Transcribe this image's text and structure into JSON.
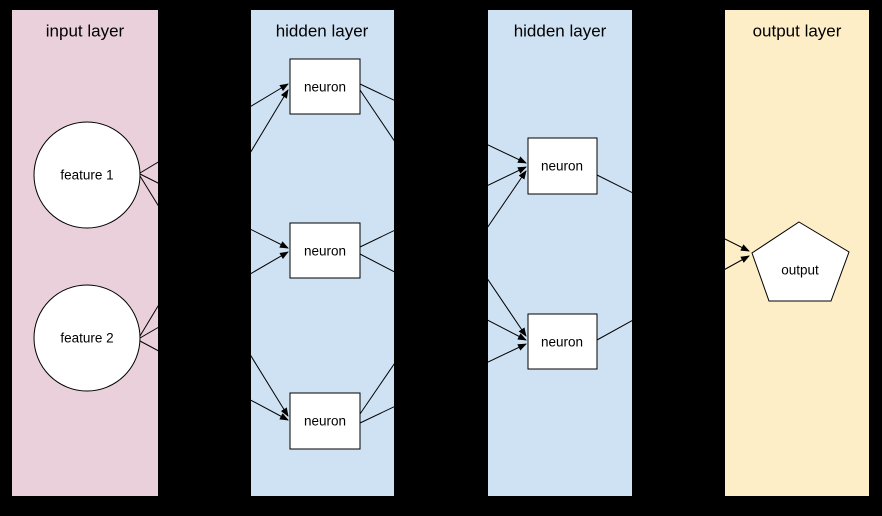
{
  "diagram": {
    "type": "neural-network",
    "background_color": "#000000",
    "node_fill": "#ffffff",
    "node_stroke": "#000000",
    "edge_color": "#000000",
    "layers": [
      {
        "label": "input layer",
        "color": "#e9d0da"
      },
      {
        "label": "hidden layer",
        "color": "#cfe2f3"
      },
      {
        "label": "hidden layer",
        "color": "#cfe2f3"
      },
      {
        "label": "output layer",
        "color": "#fdeec7"
      }
    ],
    "nodes": [
      {
        "id": "feature1",
        "label": "feature 1",
        "shape": "circle",
        "layer": 0
      },
      {
        "id": "feature2",
        "label": "feature 2",
        "shape": "circle",
        "layer": 0
      },
      {
        "id": "h1n1",
        "label": "neuron",
        "shape": "square",
        "layer": 1
      },
      {
        "id": "h1n2",
        "label": "neuron",
        "shape": "square",
        "layer": 1
      },
      {
        "id": "h1n3",
        "label": "neuron",
        "shape": "square",
        "layer": 1
      },
      {
        "id": "h2n1",
        "label": "neuron",
        "shape": "square",
        "layer": 2
      },
      {
        "id": "h2n2",
        "label": "neuron",
        "shape": "square",
        "layer": 2
      },
      {
        "id": "output1",
        "label": "output",
        "shape": "pentagon",
        "layer": 3
      }
    ],
    "edges": [
      {
        "from": "feature1",
        "to": "h1n1"
      },
      {
        "from": "feature1",
        "to": "h1n2"
      },
      {
        "from": "feature1",
        "to": "h1n3"
      },
      {
        "from": "feature2",
        "to": "h1n1"
      },
      {
        "from": "feature2",
        "to": "h1n2"
      },
      {
        "from": "feature2",
        "to": "h1n3"
      },
      {
        "from": "h1n1",
        "to": "h2n1"
      },
      {
        "from": "h1n1",
        "to": "h2n2"
      },
      {
        "from": "h1n2",
        "to": "h2n1"
      },
      {
        "from": "h1n2",
        "to": "h2n2"
      },
      {
        "from": "h1n3",
        "to": "h2n1"
      },
      {
        "from": "h1n3",
        "to": "h2n2"
      },
      {
        "from": "h2n1",
        "to": "output1"
      },
      {
        "from": "h2n2",
        "to": "output1"
      }
    ]
  }
}
